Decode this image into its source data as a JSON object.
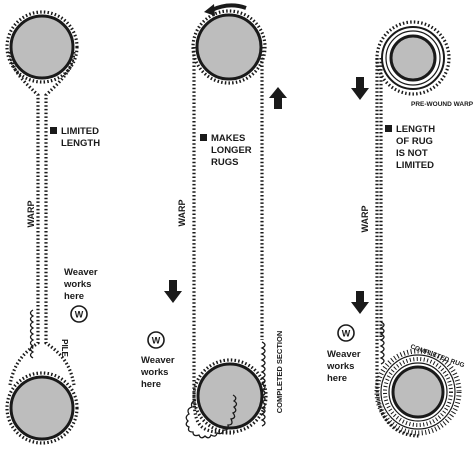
{
  "panels": [
    {
      "id": "left",
      "bullet_label": [
        "LIMITED",
        "LENGTH"
      ],
      "warp_label": "WARP",
      "weaver_label": [
        "Weaver",
        "works",
        "here"
      ],
      "weaver_symbol": "W",
      "pile_label": "PILE"
    },
    {
      "id": "middle",
      "bullet_label": [
        "MAKES",
        "LONGER",
        "RUGS"
      ],
      "warp_label": "WARP",
      "weaver_label": [
        "Weaver",
        "works",
        "here"
      ],
      "weaver_symbol": "W",
      "completed_label": "COMPLETED SECTION"
    },
    {
      "id": "right",
      "prewound_label": "PRE-WOUND WARP",
      "bullet_label": [
        "LENGTH",
        "OF RUG",
        "IS NOT",
        "LIMITED"
      ],
      "warp_label": "WARP",
      "weaver_label": [
        "Weaver",
        "works",
        "here"
      ],
      "weaver_symbol": "W",
      "completed_label": "COMPLETED RUG"
    }
  ],
  "icons": {
    "bullet": "square-bullet-icon",
    "arrow": "arrow-icon",
    "weaver": "weaver-circle-icon"
  },
  "colors": {
    "ink": "#1a1a1a",
    "roll_fill": "#bdbdbd",
    "background": "#ffffff"
  }
}
